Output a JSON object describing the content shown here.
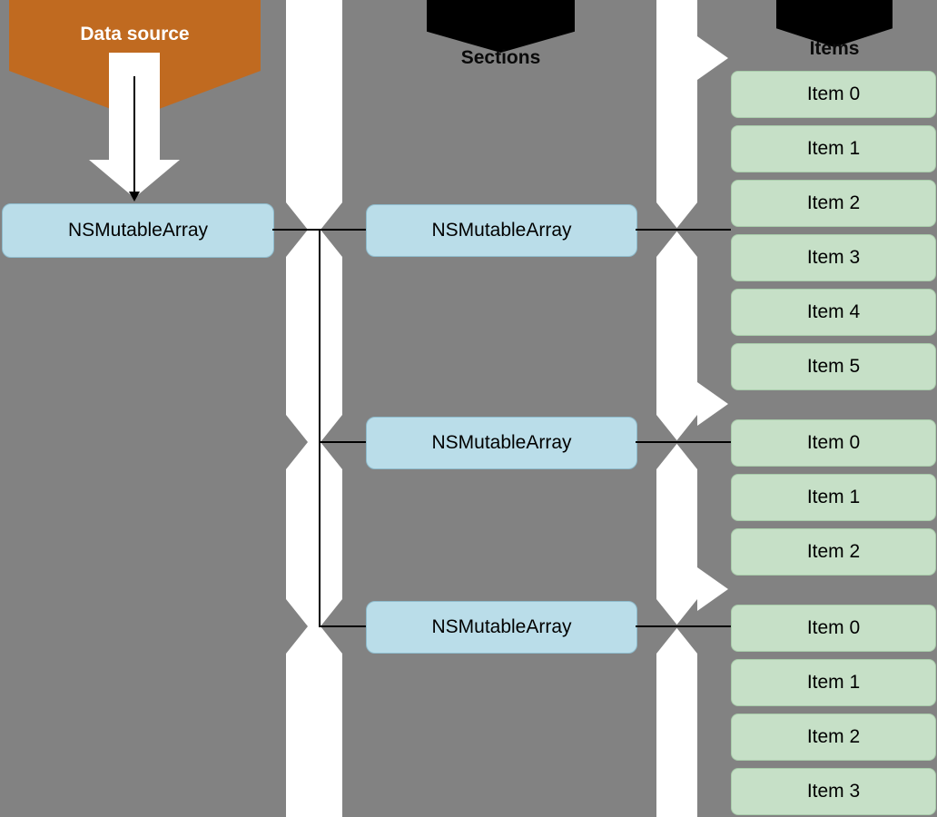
{
  "labels": {
    "data_source": "Data source",
    "sections": "Sections",
    "items": "Items"
  },
  "arrays": {
    "root_label": "NSMutableArray",
    "sections": [
      {
        "label": "NSMutableArray",
        "items": [
          "Item 0",
          "Item 1",
          "Item 2",
          "Item 3",
          "Item 4",
          "Item 5"
        ]
      },
      {
        "label": "NSMutableArray",
        "items": [
          "Item 0",
          "Item 1",
          "Item 2"
        ]
      },
      {
        "label": "NSMutableArray",
        "items": [
          "Item 0",
          "Item 1",
          "Item 2",
          "Item 3"
        ]
      }
    ]
  },
  "colors": {
    "background": "#828282",
    "column_band": "#ffffff",
    "data_source_tag": "#c06a20",
    "section_tag": "#000000",
    "items_tag": "#000000",
    "array_box": "#badde9",
    "item_box": "#c6e0c7",
    "connector": "#000000"
  }
}
